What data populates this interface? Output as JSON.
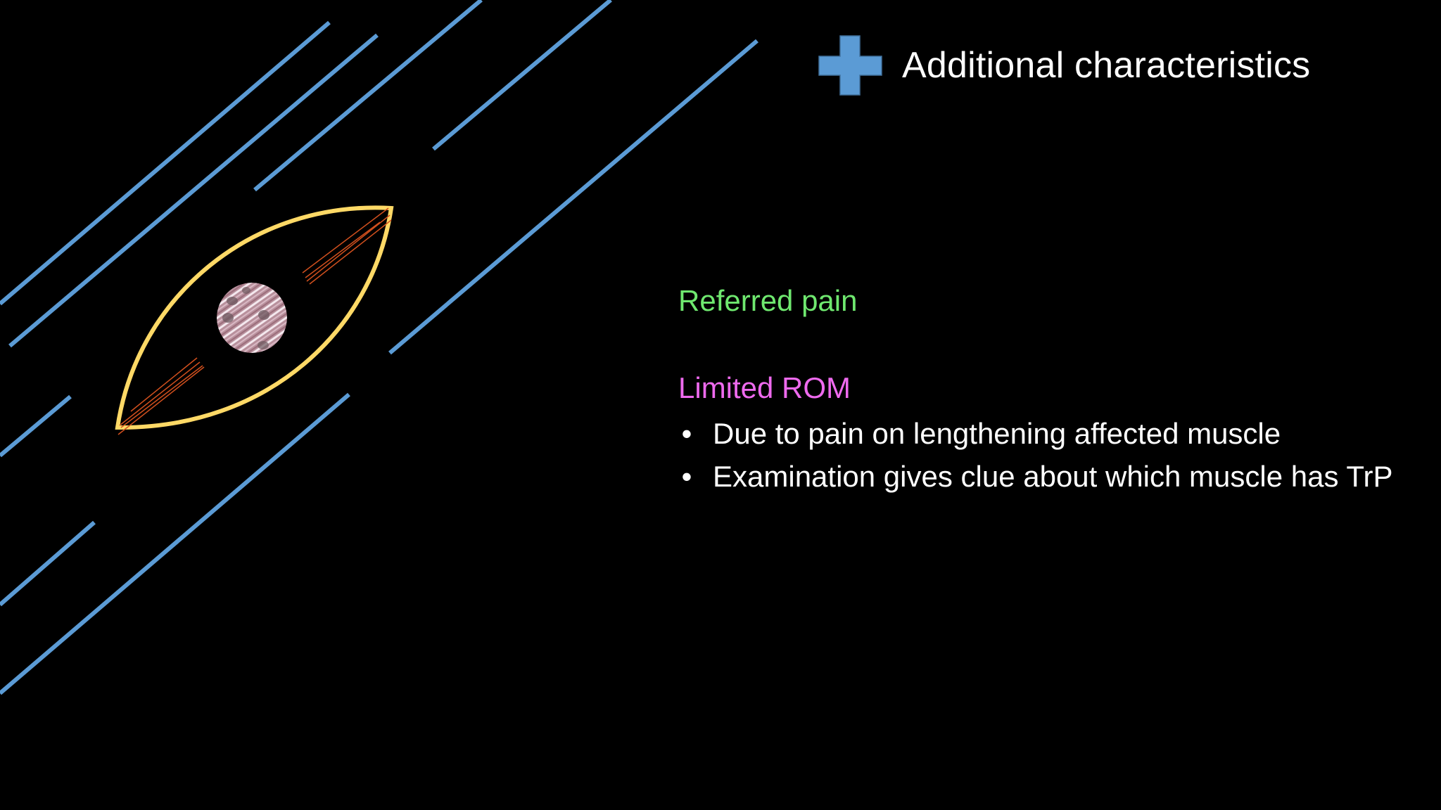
{
  "slide": {
    "title": "Additional characteristics",
    "header_icon": "plus-icon",
    "colors": {
      "background": "#000000",
      "accent_blue": "#5b9bd5",
      "lens_outline": "#ffd966",
      "fiber_red": "#d2501e",
      "referred_pain": "#6fe86f",
      "limited_rom": "#ee6aee",
      "body_text": "#ffffff"
    },
    "sections": [
      {
        "heading": "Referred pain",
        "bullets": []
      },
      {
        "heading": "Limited ROM",
        "bullets": [
          "Due to pain on lengthening affected muscle",
          "Examination gives clue about which muscle has TrP"
        ]
      }
    ],
    "bullet_glyph": "•"
  }
}
